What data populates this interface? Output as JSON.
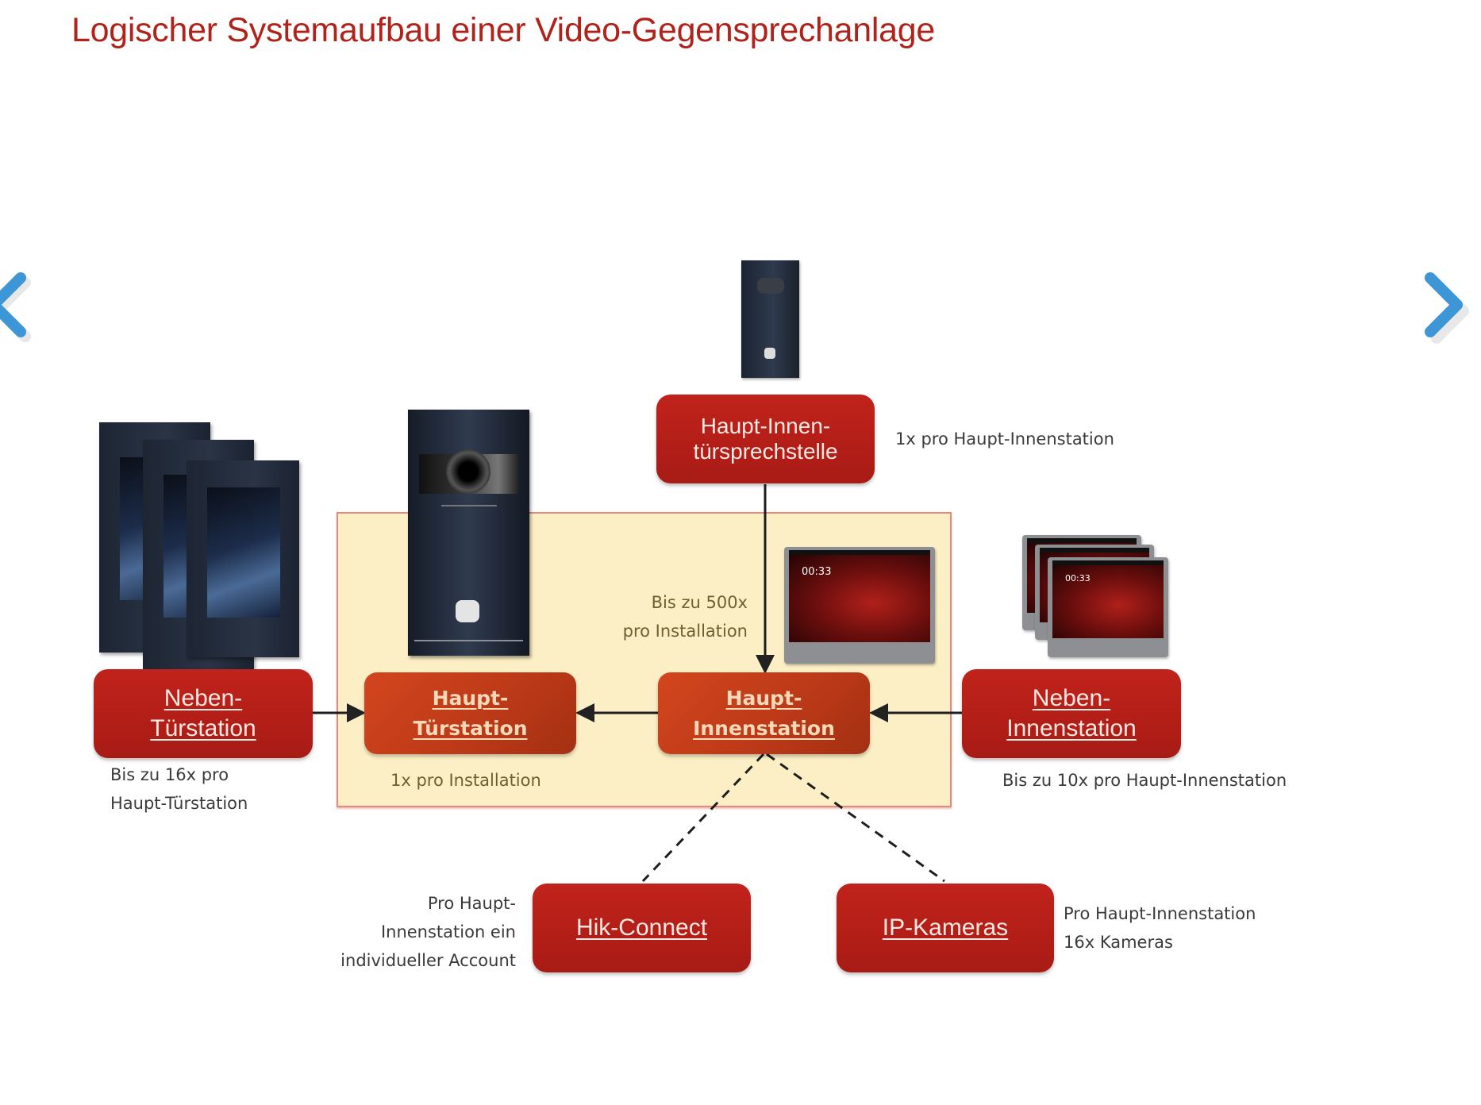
{
  "title": "Logischer Systemaufbau einer Video-Gegensprechanlage",
  "navigation": {
    "prev_icon": "chevron-left-icon",
    "next_icon": "chevron-right-icon",
    "arrow_color": "#3d96d6"
  },
  "colors": {
    "title": "#b0231b",
    "node_dark": "#b71f18",
    "node_orange": "#c03b18",
    "zone_fill": "#fcefc5",
    "zone_border": "#e38a7d"
  },
  "nodes": {
    "haupt_innentuersprechstelle": {
      "label_line1": "Haupt-Innen-",
      "label_line2": "türsprechstelle",
      "note": "1x pro Haupt-Innenstation"
    },
    "neben_tuerstation": {
      "label_line1": "Neben-",
      "label_line2": "Türstation",
      "note_line1": "Bis zu 16x pro",
      "note_line2": "Haupt-Türstation"
    },
    "haupt_tuerstation": {
      "label_line1": "Haupt-",
      "label_line2": "Türstation",
      "note": "1x pro Installation"
    },
    "haupt_innenstation": {
      "label_line1": "Haupt-",
      "label_line2": "Innenstation",
      "note_line1": "Bis zu 500x",
      "note_line2": "pro Installation"
    },
    "neben_innenstation": {
      "label_line1": "Neben-",
      "label_line2": "Innenstation",
      "note": "Bis zu 10x pro Haupt-Innenstation"
    },
    "hik_connect": {
      "label": "Hik-Connect",
      "note_line1": "Pro Haupt-",
      "note_line2": "Innenstation ein",
      "note_line3": "individueller Account"
    },
    "ip_kameras": {
      "label": "IP-Kameras",
      "note_line1": "Pro Haupt-Innenstation",
      "note_line2": "16x Kameras"
    }
  },
  "devices": {
    "monitor_clock": "00:33"
  }
}
